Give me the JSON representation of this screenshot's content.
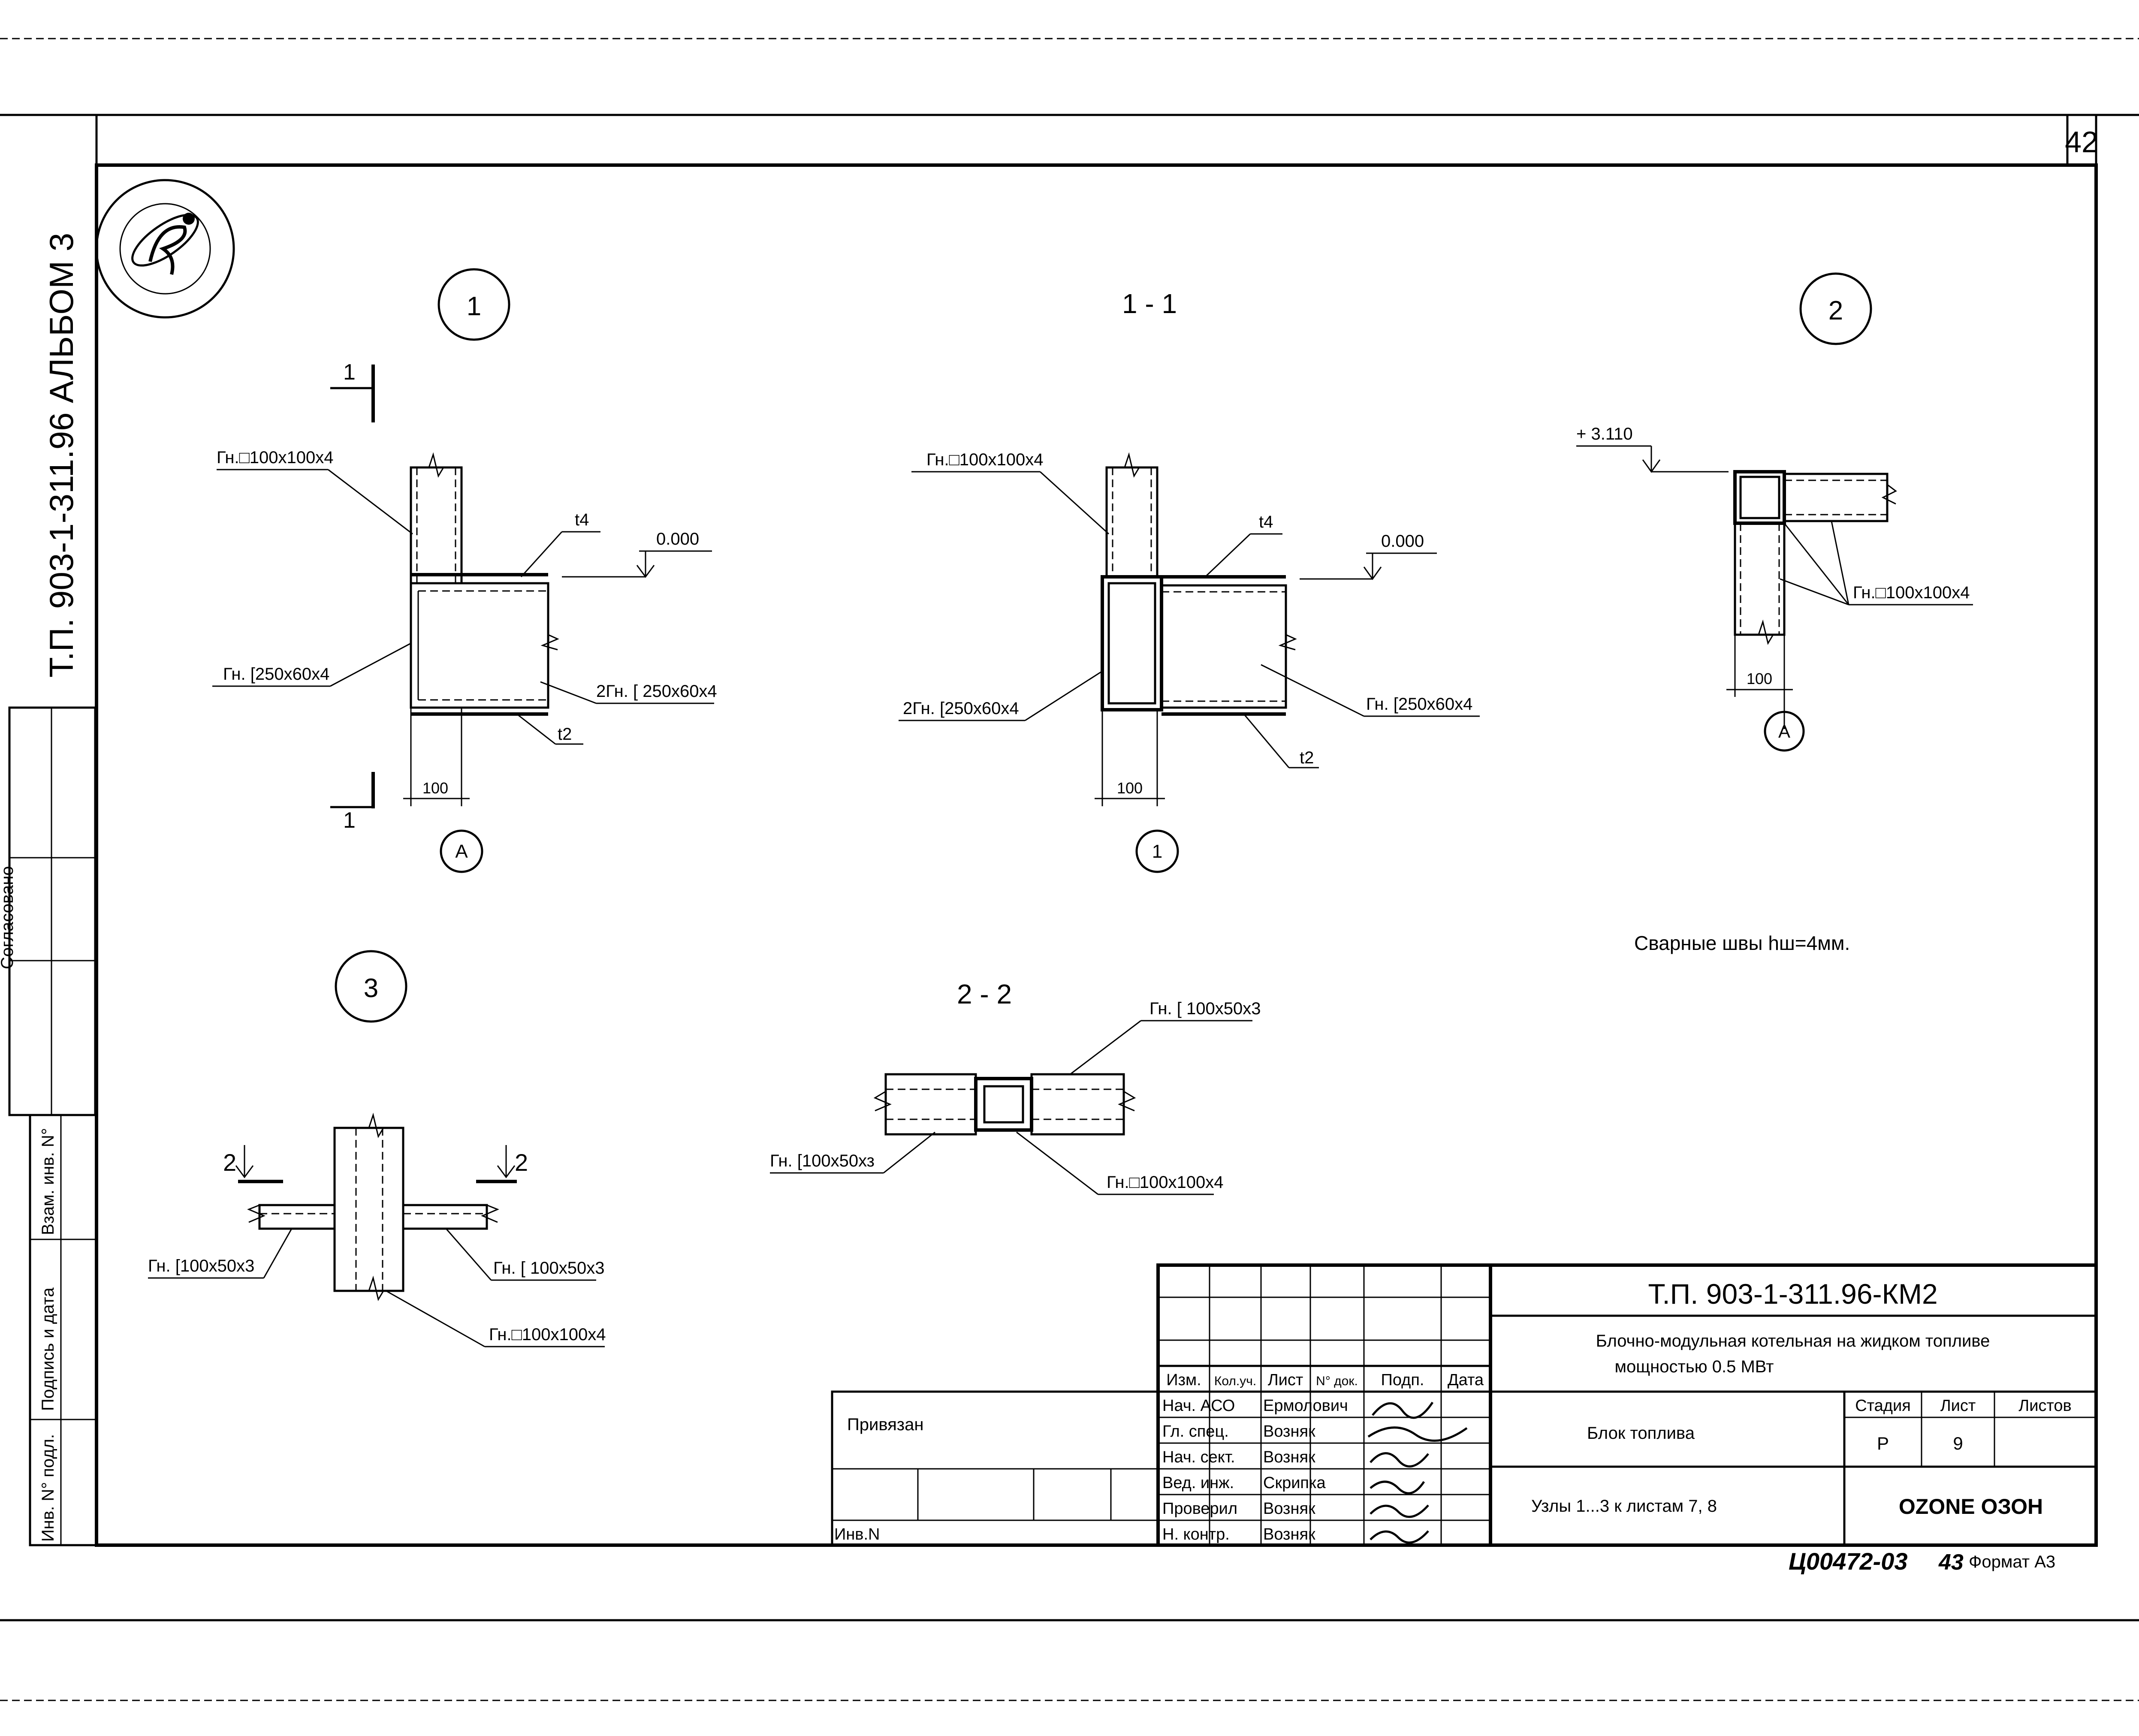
{
  "sheet": {
    "page_number": "42",
    "album_label": "Т.П. 903-1-311.96  АЛЬБОМ 3",
    "approved_label": "Согласовано",
    "margin_labels": [
      "Взам. инв. N°",
      "Подпись и дата",
      "Инв. N° подл."
    ]
  },
  "views": {
    "view1": {
      "mark": "1",
      "section_mark": "1",
      "labels": [
        "Гн.□100х100х4",
        "Гн. [250х60х4",
        "2Гн. [ 250х60х4",
        "t4",
        "t2",
        "0.000",
        "100",
        "А"
      ]
    },
    "view11": {
      "title": "1 - 1",
      "labels": [
        "Гн.□100х100х4",
        "2Гн. [250х60х4",
        "Гн. [250х60х4",
        "t4",
        "t2",
        "0.000",
        "100",
        "1"
      ]
    },
    "view2": {
      "mark": "2",
      "labels": [
        "+ 3.110",
        "Гн.□100х100х4",
        "100",
        "А"
      ]
    },
    "view3": {
      "mark": "3",
      "section_mark": "2",
      "labels": [
        "Гн. [100х50х3",
        "Гн. [ 100х50х3",
        "Гн.□100х100х4"
      ]
    },
    "view22": {
      "title": "2 - 2",
      "labels": [
        "Гн. [ 100х50х3",
        "Гн. [100х50хз",
        "Гн.□100х100х4"
      ]
    }
  },
  "note": {
    "text": "Сварные швы hш=4мм."
  },
  "title_block": {
    "code": "Т.П. 903-1-311.96-КМ2",
    "project_line1": "Блочно-модульная котельная на жидком топливе",
    "project_line2": "мощностью 0.5 МВт",
    "sheet_title": "Блок топлива",
    "sheet_subtitle": "Узлы 1...3 к листам 7, 8",
    "stage_header": "Стадия",
    "sheet_header": "Лист",
    "sheets_header": "Листов",
    "stage": "Р",
    "sheet": "9",
    "sheets": "",
    "company": "OZONE ОЗОН",
    "header_cols": [
      "Изм.",
      "Кол.уч.",
      "Лист",
      "N° док.",
      "Подп.",
      "Дата"
    ],
    "roles": [
      {
        "role": "Нач. АСО",
        "name": "Ермолович"
      },
      {
        "role": "Гл. спец.",
        "name": "Возняк"
      },
      {
        "role": "Нач. сект.",
        "name": "Возняк"
      },
      {
        "role": "Вед. инж.",
        "name": "Скрипка"
      },
      {
        "role": "Проверил",
        "name": "Возняк"
      },
      {
        "role": "Н. контр.",
        "name": "Возняк"
      }
    ],
    "bound_label": "Привязан",
    "inv_label": "Инв.N",
    "archive_no": "Ц00472-03",
    "archive_extra": "43",
    "format_label": "Формат А3"
  }
}
